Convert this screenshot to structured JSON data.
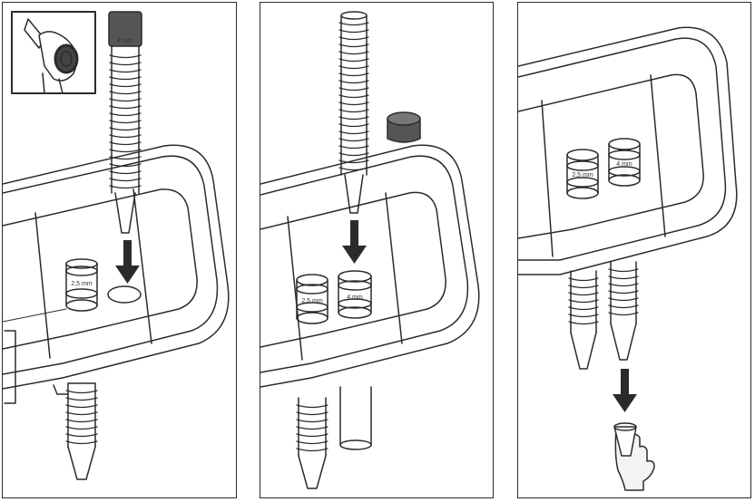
{
  "colors": {
    "line": "#2b2b2b",
    "fill": "#ffffff",
    "cap": "#555555",
    "hand": "#f4f4f4"
  },
  "panels": [
    {
      "tip_small_label": "2,5 mm",
      "tip_cap_label": "4 mm",
      "icons": [
        "otoscope-inset-icon",
        "speculum-tip",
        "arrow-down-icon",
        "dispenser-body"
      ]
    },
    {
      "tip_small_label": "2,5 mm",
      "tip_large_label": "4 mm",
      "icons": [
        "speculum-stack",
        "cap-icon",
        "arrow-down-icon",
        "dispenser-body"
      ]
    },
    {
      "tip_small_label": "2,5 mm",
      "tip_large_label": "4 mm",
      "icons": [
        "dispenser-body",
        "arrow-down-icon",
        "hand-icon"
      ]
    }
  ]
}
